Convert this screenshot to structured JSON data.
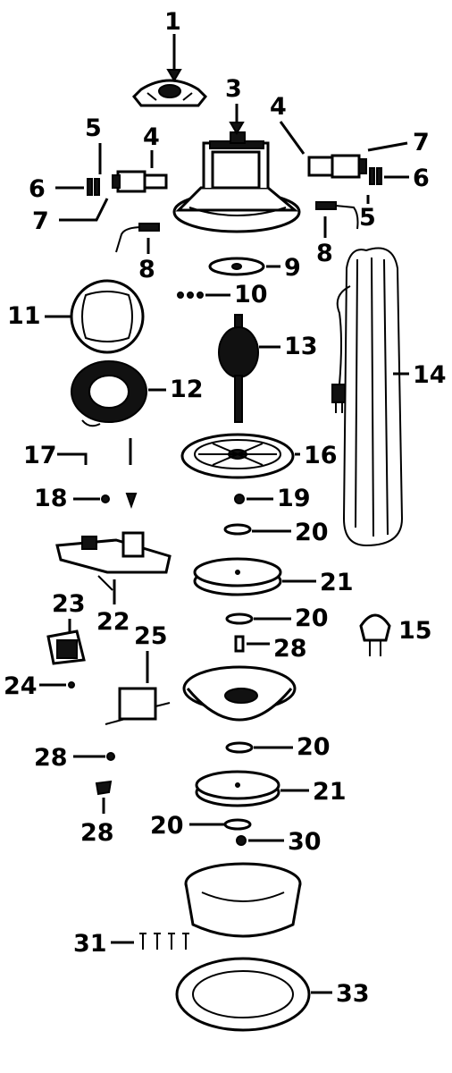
{
  "callouts": {
    "c1": "1",
    "c3": "3",
    "c4a": "4",
    "c4b": "4",
    "c5a": "5",
    "c5b": "5",
    "c6a": "6",
    "c6b": "6",
    "c7a": "7",
    "c7b": "7",
    "c8a": "8",
    "c8b": "8",
    "c9": "9",
    "c10": "10",
    "c11": "11",
    "c12": "12",
    "c13": "13",
    "c14": "14",
    "c15": "15",
    "c16": "16",
    "c17": "17",
    "c18": "18",
    "c19": "19",
    "c20a": "20",
    "c20b": "20",
    "c20c": "20",
    "c20d": "20",
    "c21a": "21",
    "c21b": "21",
    "c22": "22",
    "c23": "23",
    "c24": "24",
    "c25": "25",
    "c28a": "28",
    "c28b": "28",
    "c28c": "28",
    "c30": "30",
    "c31": "31",
    "c33": "33"
  },
  "colors": {
    "ink": "#000000",
    "paper": "#ffffff"
  }
}
